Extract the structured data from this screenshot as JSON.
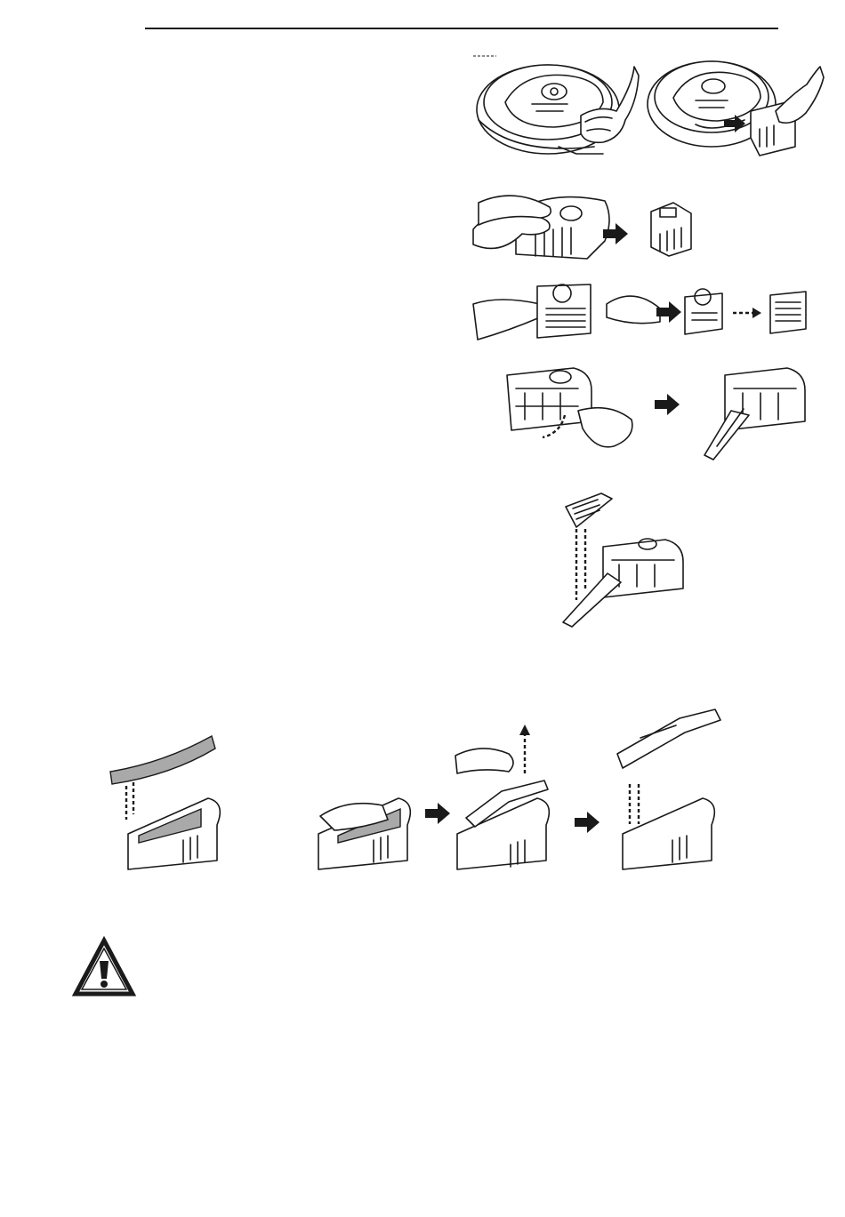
{
  "page": {
    "background": "#ffffff",
    "ink": "#1a1a1a",
    "header_rule": true
  },
  "figures": [
    {
      "id": "robot-open-latch",
      "icon": "robot-vacuum-with-hand"
    },
    {
      "id": "robot-remove-bin",
      "icon": "robot-vacuum-bin-removal"
    },
    {
      "id": "bin-press-release",
      "icon": "dust-bin-hands"
    },
    {
      "id": "filter-remove",
      "icon": "filter-cover-removal"
    },
    {
      "id": "bin-open-lid",
      "icon": "dust-bin-open"
    },
    {
      "id": "filter-insert",
      "icon": "filter-insert"
    },
    {
      "id": "mop-pad-insert",
      "icon": "mop-pad-sequence"
    }
  ],
  "warning": {
    "icon": "warning-triangle-icon",
    "color": "#1a1a1a"
  }
}
